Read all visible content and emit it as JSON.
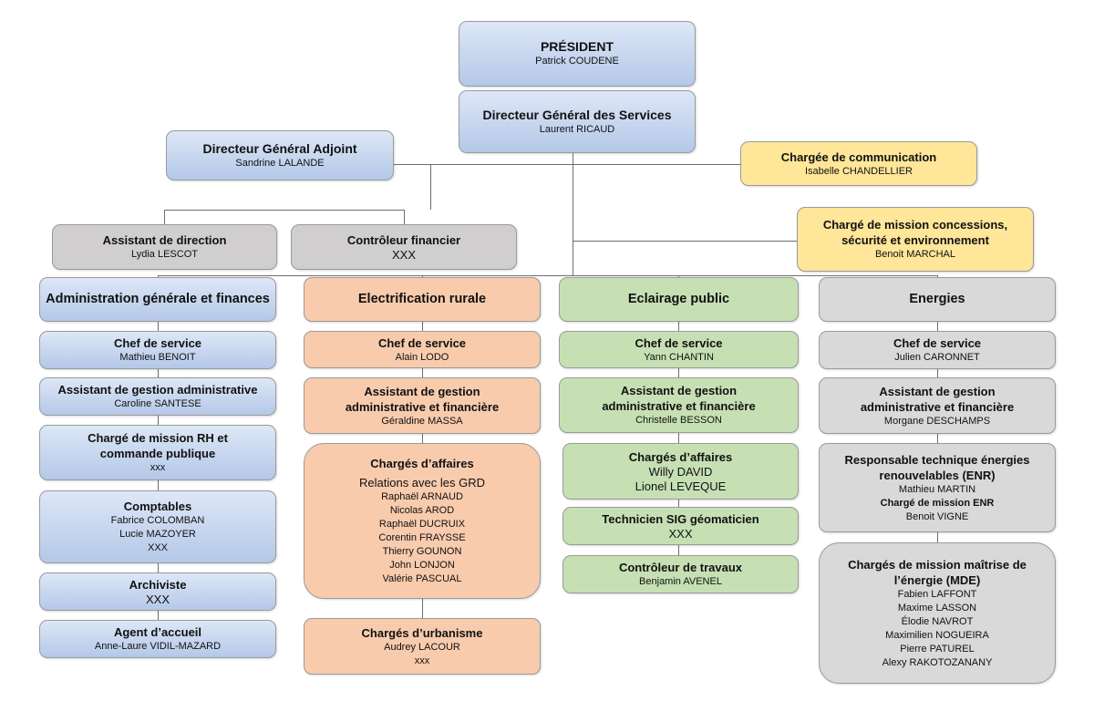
{
  "colors": {
    "blue": "#c9d8ef",
    "orange": "#f8cbad",
    "green": "#c6e0b4",
    "grey": "#d9d9d9",
    "yellow": "#ffe699",
    "taupe": "#d0cece"
  },
  "boxes": [
    {
      "id": "president",
      "color": "blue",
      "title": "PRÉSIDENT",
      "lines": [
        {
          "text": "Patrick COUDENE"
        }
      ]
    },
    {
      "id": "dgs",
      "color": "blue",
      "title": "Directeur Général des Services",
      "lines": [
        {
          "text": "Laurent RICAUD"
        }
      ]
    },
    {
      "id": "dga",
      "color": "blue",
      "title": "Directeur Général Adjoint",
      "lines": [
        {
          "text": "Sandrine LALANDE"
        }
      ]
    },
    {
      "id": "com",
      "color": "yellow",
      "title": "Chargée de communication",
      "lines": [
        {
          "text": "Isabelle CHANDELLIER"
        }
      ]
    },
    {
      "id": "assist-dir",
      "color": "taupe",
      "title": "Assistant de direction",
      "lines": [
        {
          "text": "Lydia LESCOT"
        }
      ]
    },
    {
      "id": "controleur",
      "color": "taupe",
      "title": "Contrôleur financier",
      "lines": [
        {
          "text": "XXX",
          "big": true
        }
      ]
    },
    {
      "id": "concessions",
      "color": "yellow",
      "title": "Chargé de mission concessions, sécurité et environnement",
      "lines": [
        {
          "text": "Benoit MARCHAL"
        }
      ]
    },
    {
      "id": "h1",
      "color": "blue",
      "title": "Administration générale et finances",
      "lines": []
    },
    {
      "id": "c1a",
      "color": "blue",
      "title": "Chef de service",
      "lines": [
        {
          "text": "Mathieu BENOIT"
        }
      ]
    },
    {
      "id": "c1b",
      "color": "blue",
      "title": "Assistant de gestion administrative",
      "lines": [
        {
          "text": "Caroline SANTESE"
        }
      ]
    },
    {
      "id": "c1c",
      "color": "blue",
      "title": "Chargé de mission RH et commande publique",
      "lines": [
        {
          "text": "xxx"
        }
      ]
    },
    {
      "id": "c1d",
      "color": "blue",
      "title": "Comptables",
      "lines": [
        {
          "text": "Fabrice COLOMBAN"
        },
        {
          "text": "Lucie MAZOYER"
        },
        {
          "text": "XXX"
        }
      ]
    },
    {
      "id": "c1e",
      "color": "blue",
      "title": "Archiviste",
      "lines": [
        {
          "text": "XXX",
          "big": true
        }
      ]
    },
    {
      "id": "c1f",
      "color": "blue",
      "title": "Agent d’accueil",
      "lines": [
        {
          "text": "Anne-Laure VIDIL-MAZARD"
        }
      ]
    },
    {
      "id": "h2",
      "color": "orange",
      "title": "Electrification rurale",
      "lines": []
    },
    {
      "id": "c2a",
      "color": "orange",
      "title": "Chef de service",
      "lines": [
        {
          "text": "Alain LODO"
        }
      ]
    },
    {
      "id": "c2b",
      "color": "orange",
      "title": "Assistant de gestion administrative et financière",
      "lines": [
        {
          "text": "Géraldine MASSA"
        }
      ]
    },
    {
      "id": "c2c",
      "color": "orange",
      "title": "Chargés d’affaires",
      "lines": [
        {
          "text": "Relations avec les GRD",
          "big": true
        },
        {
          "text": "Raphaël ARNAUD"
        },
        {
          "text": "Nicolas AROD"
        },
        {
          "text": "Raphaël DUCRUIX"
        },
        {
          "text": "Corentin FRAYSSE"
        },
        {
          "text": "Thierry GOUNON"
        },
        {
          "text": "John LONJON"
        },
        {
          "text": "Valérie PASCUAL"
        }
      ]
    },
    {
      "id": "c2d",
      "color": "orange",
      "title": "Chargés d’urbanisme",
      "lines": [
        {
          "text": "Audrey LACOUR"
        },
        {
          "text": "xxx"
        }
      ]
    },
    {
      "id": "h3",
      "color": "green",
      "title": "Eclairage public",
      "lines": []
    },
    {
      "id": "c3a",
      "color": "green",
      "title": "Chef de service",
      "lines": [
        {
          "text": "Yann CHANTIN"
        }
      ]
    },
    {
      "id": "c3b",
      "color": "green",
      "title": "Assistant de gestion administrative et financière",
      "lines": [
        {
          "text": "Christelle BESSON"
        }
      ]
    },
    {
      "id": "c3c",
      "color": "green",
      "title": "Chargés d’affaires",
      "lines": [
        {
          "text": "Willy DAVID",
          "big": true
        },
        {
          "text": "Lionel LEVEQUE",
          "big": true
        }
      ]
    },
    {
      "id": "c3d",
      "color": "green",
      "title": "Technicien SIG géomaticien",
      "lines": [
        {
          "text": "XXX",
          "big": true
        }
      ]
    },
    {
      "id": "c3e",
      "color": "green",
      "title": "Contrôleur de travaux",
      "lines": [
        {
          "text": "Benjamin AVENEL"
        }
      ]
    },
    {
      "id": "h4",
      "color": "grey",
      "title": "Energies",
      "lines": []
    },
    {
      "id": "c4a",
      "color": "grey",
      "title": "Chef de service",
      "lines": [
        {
          "text": "Julien CARONNET"
        }
      ]
    },
    {
      "id": "c4b",
      "color": "grey",
      "title": "Assistant de gestion administrative et financière",
      "lines": [
        {
          "text": "Morgane DESCHAMPS"
        }
      ]
    },
    {
      "id": "c4c",
      "color": "grey",
      "title": "Responsable technique énergies renouvelables (ENR)",
      "lines": [
        {
          "text": "Mathieu MARTIN"
        },
        {
          "text": "Chargé de mission ENR",
          "bold": true
        },
        {
          "text": "Benoit VIGNE"
        }
      ]
    },
    {
      "id": "c4d",
      "color": "grey",
      "title": "Chargés de mission maîtrise de l’énergie (MDE)",
      "lines": [
        {
          "text": "Fabien LAFFONT"
        },
        {
          "text": "Maxime LASSON"
        },
        {
          "text": "Élodie NAVROT"
        },
        {
          "text": "Maximilien NOGUEIRA"
        },
        {
          "text": "Pierre PATUREL"
        },
        {
          "text": "Alexy RAKOTOZANANY"
        }
      ]
    }
  ]
}
